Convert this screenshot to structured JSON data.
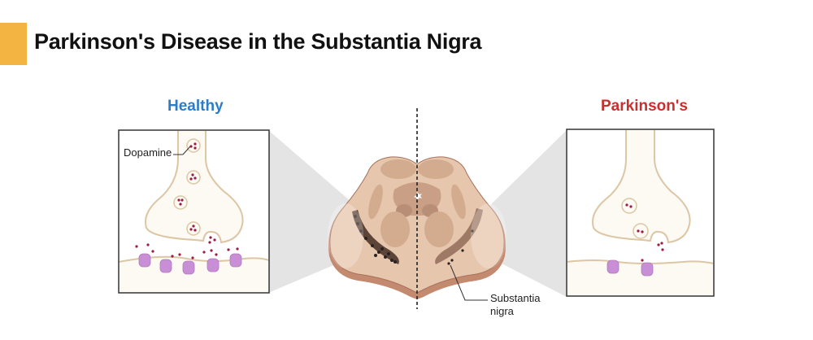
{
  "title": "Parkinson's Disease in the Substantia Nigra",
  "colors": {
    "accent": "#F3B441",
    "healthy": "#2E7CC6",
    "parkinsons": "#C8302E",
    "dopamine": "#9B1B45",
    "receptor": "#C98FD6",
    "neuron_fill": "#FDF9F3",
    "neuron_outline": "#DCC6A4",
    "brain_light": "#E6C6AC",
    "brain_mid": "#D3AB8F",
    "brain_dark": "#C49B82",
    "brain_outline": "#A7705A"
  },
  "panels": {
    "healthy": {
      "label": "Healthy",
      "annotation": "Dopamine",
      "vesicle_count": 4,
      "receptor_count": 5
    },
    "parkinsons": {
      "label": "Parkinson's",
      "vesicle_count": 2,
      "receptor_count": 2
    }
  },
  "center": {
    "annotation_line1": "Substantia",
    "annotation_line2": "nigra"
  }
}
